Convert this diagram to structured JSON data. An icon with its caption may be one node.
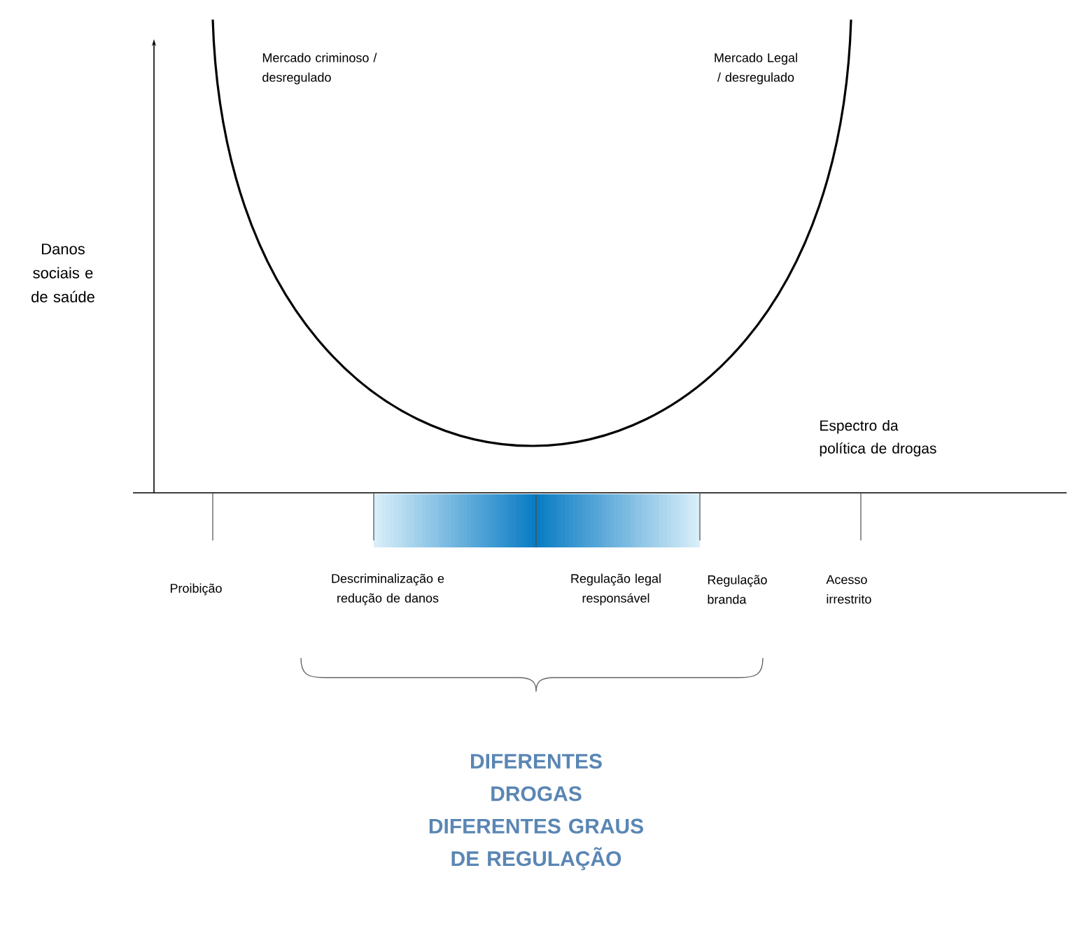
{
  "diagram": {
    "labels": [
      "Mercado criminoso / desregulado",
      "Mercado Legal / desregulado",
      "Danos sociais e de saúde",
      "Espectro da política de drogas",
      "Proibição",
      "Descriminalização e redução de danos",
      "Regulação legal responsável",
      "Regulação branda",
      "Acesso irrestrito",
      "DIFERENTES DROGAS DIFERENTES GRAUS DE REGULAÇÃO"
    ]
  }
}
